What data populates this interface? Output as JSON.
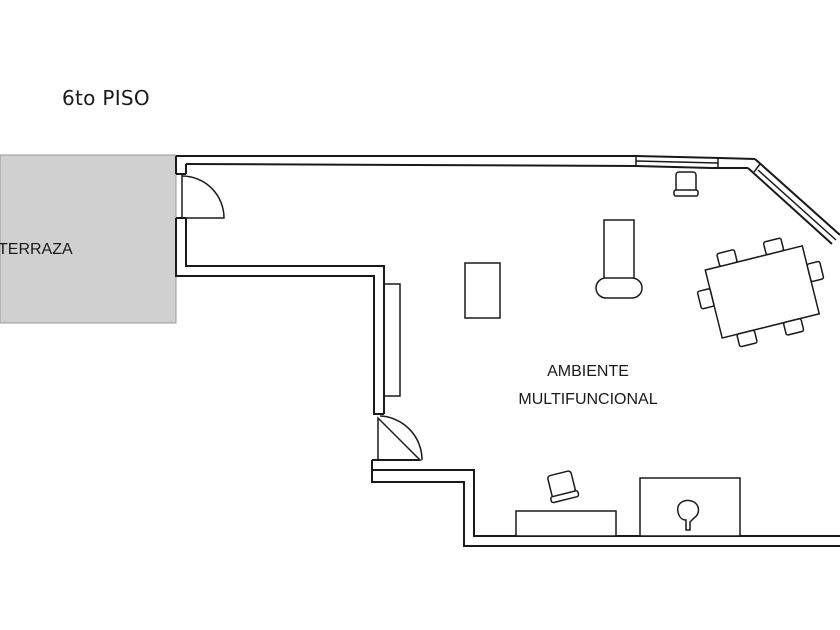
{
  "plan": {
    "floor_title": "6to PISO",
    "rooms": {
      "terrace": {
        "label": "TERRAZA",
        "fill_color": "#d0d0d0"
      },
      "main_room": {
        "label_line1": "AMBIENTE",
        "label_line2": "MULTIFUNCIONAL"
      }
    },
    "icons": {
      "doors": [
        "door-swing-icon",
        "door-swing-icon"
      ],
      "furniture": [
        "armchair-icon",
        "sofa-icon",
        "coffee-table-icon",
        "dining-table-icon",
        "chair-icon",
        "desk-icon",
        "sink-icon",
        "wall-cabinet-icon"
      ]
    },
    "colors": {
      "wall": "#1a1a1a",
      "background": "#ffffff"
    }
  }
}
